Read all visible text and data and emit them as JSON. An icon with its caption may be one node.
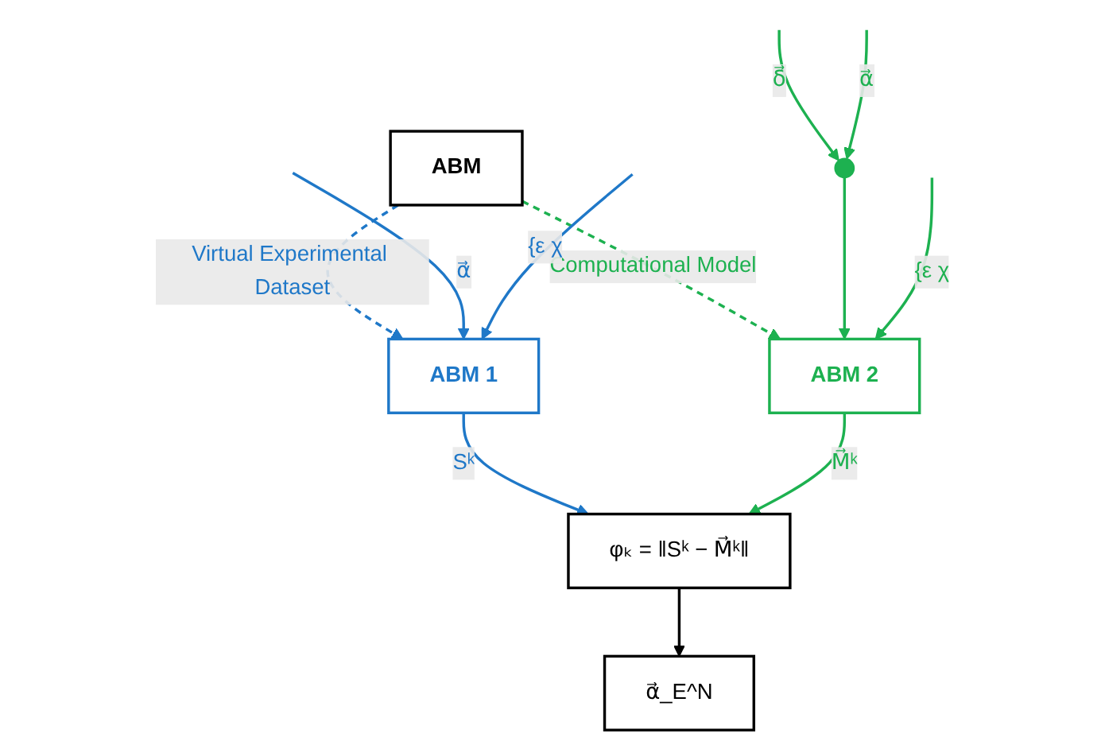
{
  "diagram": {
    "nodes": [
      {
        "text": [
          "ABM"
        ]
      },
      {
        "text": [
          "ABM 1"
        ]
      },
      {
        "text": [
          "ABM 2"
        ]
      },
      {
        "text": [
          "φₖ = ‖Sᵏ − M⃗ᵏ‖"
        ]
      },
      {
        "text": [
          "α⃗_E^N"
        ]
      },
      {
        "text": [],
        "shape": "circle"
      }
    ],
    "edges": [
      {
        "from": 0,
        "to": 1,
        "arrow": "to",
        "style": "dashed",
        "color": "#1f78c8",
        "label": "Virtual Experimental Dataset"
      },
      {
        "from": 0,
        "to": 2,
        "arrow": "to",
        "style": "dashed",
        "color": "#1db150",
        "label": "Computational Model"
      },
      {
        "from": null,
        "to": 1,
        "arrow": "to",
        "color": "#1f78c8",
        "label": "α⃗"
      },
      {
        "from": null,
        "to": 1,
        "arrow": "to",
        "color": "#1f78c8",
        "label": "{ε χ"
      },
      {
        "from": 1,
        "to": 3,
        "arrow": "to",
        "color": "#1f78c8",
        "label": "Sᵏ"
      },
      {
        "from": 2,
        "to": 3,
        "arrow": "to",
        "color": "#1db150",
        "label": "M⃗ᵏ"
      },
      {
        "from": 3,
        "to": 4,
        "arrow": "to",
        "color": "#000000"
      },
      {
        "from": null,
        "to": 5,
        "arrow": "to",
        "color": "#1db150",
        "label": "δ⃗"
      },
      {
        "from": null,
        "to": 5,
        "arrow": "to",
        "color": "#1db150",
        "label": "α⃗"
      },
      {
        "from": 5,
        "to": 2,
        "arrow": "to",
        "color": "#1db150"
      },
      {
        "from": null,
        "to": 2,
        "arrow": "to",
        "color": "#1db150",
        "label": "{ε χ"
      }
    ]
  }
}
